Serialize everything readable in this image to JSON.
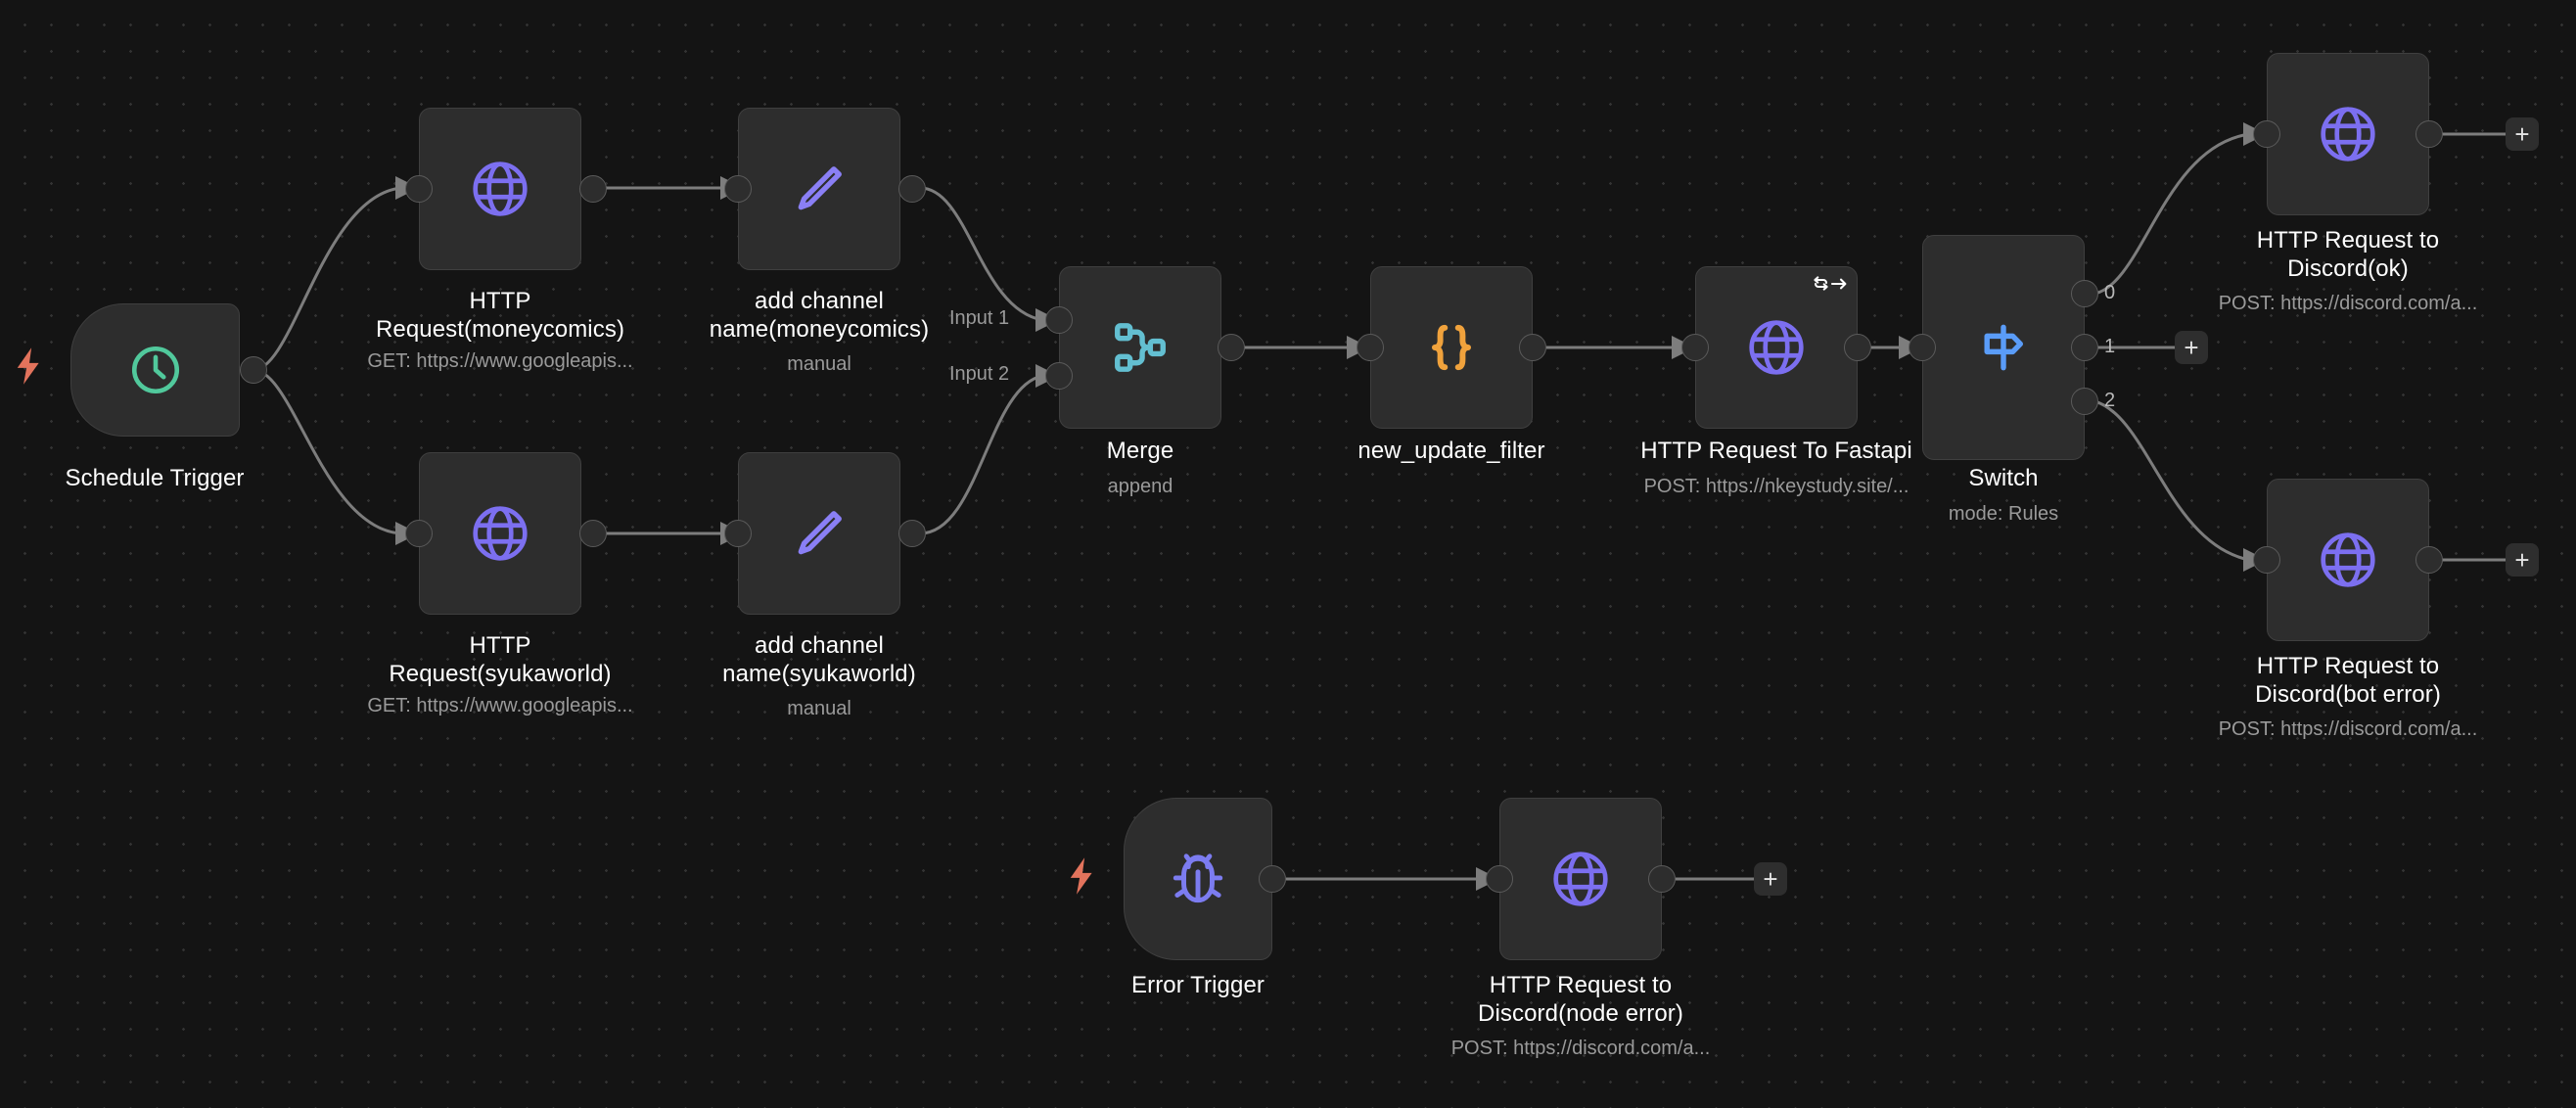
{
  "app": {
    "name": "n8n-workflow-canvas",
    "canvas_background": "#141414",
    "edge_color": "#7d7d7d",
    "node_fill": "#2d2d2d",
    "node_border": "#3f3f3f"
  },
  "icons": {
    "clock": "clock-icon",
    "globe": "globe-icon",
    "pencil": "pencil-icon",
    "merge": "merge-icon",
    "code": "code-braces-icon",
    "switch": "signpost-icon",
    "bug": "bug-icon",
    "bolt": "lightning-bolt-icon",
    "retry": "retry-arrow-icon",
    "plus": "plus-icon"
  },
  "colors": {
    "clock": "#51c99c",
    "globe": "#7c6ff0",
    "pencil": "#8a7ff5",
    "merge": "#63bfd1",
    "code": "#f0a23c",
    "switch": "#5a9cf8",
    "bug": "#7c7cf0",
    "bolt": "#e2735c"
  },
  "nodes": [
    {
      "id": "schedule-trigger",
      "name": "Schedule Trigger",
      "subtitle": "",
      "icon": "clock-icon",
      "is_trigger": true
    },
    {
      "id": "http-request-moneycomics",
      "name": "HTTP Request(moneycomics)",
      "subtitle": "GET: https://www.googleapis...",
      "icon": "globe-icon",
      "is_trigger": false
    },
    {
      "id": "add-channel-name-moneycomics",
      "name": "add channel name(moneycomics)",
      "subtitle": "manual",
      "icon": "pencil-icon",
      "is_trigger": false
    },
    {
      "id": "http-request-syukaworld",
      "name": "HTTP Request(syukaworld)",
      "subtitle": "GET: https://www.googleapis...",
      "icon": "globe-icon",
      "is_trigger": false
    },
    {
      "id": "add-channel-name-syukaworld",
      "name": "add channel name(syukaworld)",
      "subtitle": "manual",
      "icon": "pencil-icon",
      "is_trigger": false
    },
    {
      "id": "merge",
      "name": "Merge",
      "subtitle": "append",
      "icon": "merge-icon",
      "is_trigger": false,
      "input_labels": [
        "Input 1",
        "Input 2"
      ]
    },
    {
      "id": "new-update-filter",
      "name": "new_update_filter",
      "subtitle": "",
      "icon": "code-braces-icon",
      "is_trigger": false
    },
    {
      "id": "http-request-to-fastapi",
      "name": "HTTP Request To Fastapi",
      "subtitle": "POST: https://nkeystudy.site/...",
      "icon": "globe-icon",
      "is_trigger": false,
      "has_retry_badge": true
    },
    {
      "id": "switch",
      "name": "Switch",
      "subtitle": "mode: Rules",
      "icon": "signpost-icon",
      "is_trigger": false,
      "output_labels": [
        "0",
        "1",
        "2"
      ]
    },
    {
      "id": "http-request-to-discord-ok",
      "name": "HTTP Request to Discord(ok)",
      "subtitle": "POST: https://discord.com/a...",
      "icon": "globe-icon",
      "is_trigger": false
    },
    {
      "id": "http-request-to-discord-bot-error",
      "name": "HTTP Request to Discord(bot error)",
      "subtitle": "POST: https://discord.com/a...",
      "icon": "globe-icon",
      "is_trigger": false
    },
    {
      "id": "error-trigger",
      "name": "Error Trigger",
      "subtitle": "",
      "icon": "bug-icon",
      "is_trigger": true
    },
    {
      "id": "http-request-to-discord-node-error",
      "name": "HTTP Request to Discord(node error)",
      "subtitle": "POST: https://discord.com/a...",
      "icon": "globe-icon",
      "is_trigger": false
    }
  ],
  "labels": {
    "schedule_trigger_title": "Schedule Trigger",
    "http_moneycomics_title_l1": "HTTP",
    "http_moneycomics_title_l2": "Request(moneycomics)",
    "http_moneycomics_sub": "GET: https://www.googleapis...",
    "add_channel_moneycomics_l1": "add channel",
    "add_channel_moneycomics_l2": "name(moneycomics)",
    "add_channel_moneycomics_sub": "manual",
    "http_syukaworld_title_l1": "HTTP",
    "http_syukaworld_title_l2": "Request(syukaworld)",
    "http_syukaworld_sub": "GET: https://www.googleapis...",
    "add_channel_syukaworld_l1": "add channel",
    "add_channel_syukaworld_l2": "name(syukaworld)",
    "add_channel_syukaworld_sub": "manual",
    "merge_title": "Merge",
    "merge_sub": "append",
    "merge_input_1": "Input 1",
    "merge_input_2": "Input 2",
    "new_update_filter_title": "new_update_filter",
    "fastapi_title": "HTTP Request To Fastapi",
    "fastapi_sub": "POST: https://nkeystudy.site/...",
    "switch_title": "Switch",
    "switch_sub": "mode: Rules",
    "switch_out_0": "0",
    "switch_out_1": "1",
    "switch_out_2": "2",
    "discord_ok_l1": "HTTP Request to",
    "discord_ok_l2": "Discord(ok)",
    "discord_ok_sub": "POST: https://discord.com/a...",
    "discord_bot_error_l1": "HTTP Request to",
    "discord_bot_error_l2": "Discord(bot error)",
    "discord_bot_error_sub": "POST: https://discord.com/a...",
    "error_trigger_title": "Error Trigger",
    "discord_node_error_l1": "HTTP Request to",
    "discord_node_error_l2": "Discord(node error)",
    "discord_node_error_sub": "POST: https://discord.com/a...",
    "plus": "+"
  }
}
